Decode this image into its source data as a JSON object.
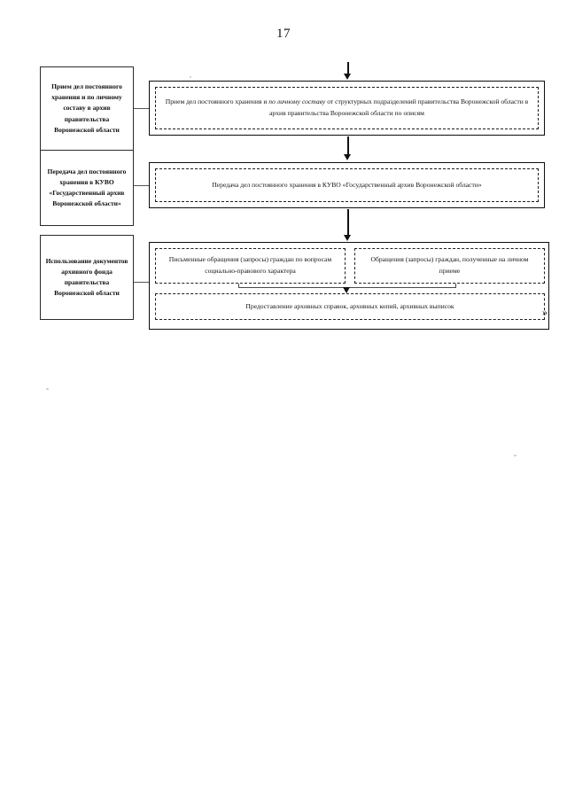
{
  "document": {
    "page_number": "17",
    "trailing_mark": "»."
  },
  "diagram": {
    "type": "flowchart",
    "title": "",
    "stage_labels": [
      {
        "id": "label-intake",
        "text": "Прием дел постоянного хранения и по личному составу в архив правительства Воронежской области"
      },
      {
        "id": "label-transfer",
        "text": "Передача дел постоянного хранения в КУВО «Государственный архив Воронежской области»"
      },
      {
        "id": "label-usage",
        "text": "Использование документов архивного фонда правительства Воронежской области"
      }
    ],
    "stages": [
      {
        "id": "stage-intake",
        "boxes": [
          {
            "id": "box-intake",
            "text_before": "Прием дел постоянного хранения и ",
            "text_italic": "по личному составу",
            "text_after": " от структурных подразделений правительства Воронежской  области в  архив правительства Воронежской области по описям"
          }
        ]
      },
      {
        "id": "stage-transfer",
        "boxes": [
          {
            "id": "box-transfer",
            "text": "Передача дел постоянного хранения в КУВО «Государственный архив Воронежской области»"
          }
        ]
      },
      {
        "id": "stage-usage",
        "boxes": [
          {
            "id": "box-written-requests",
            "text": "Письменные обращения (запросы) граждан по вопросам социально-правового характера"
          },
          {
            "id": "box-personal-requests",
            "text": "Обращения (запросы) граждан, полученные на личном приеме"
          },
          {
            "id": "box-provision",
            "text": "Предоставление архивных справок, архивных копий, архивных выписок"
          }
        ]
      }
    ],
    "connectors": {
      "arrow_into_stage1": "down-arrow",
      "arrow_stage1_to_stage2": "down-arrow",
      "arrow_stage2_to_stage3": "down-arrow",
      "arrow_merge_to_provision": "down-arrow",
      "link_label_to_stage": "horizontal-line"
    },
    "colors": {
      "ink": "#141414",
      "border": "#0d0d0d",
      "dashed_border": "#1e1e1e",
      "connector": "#4a4a4a",
      "page_background": "#ffffff"
    }
  }
}
